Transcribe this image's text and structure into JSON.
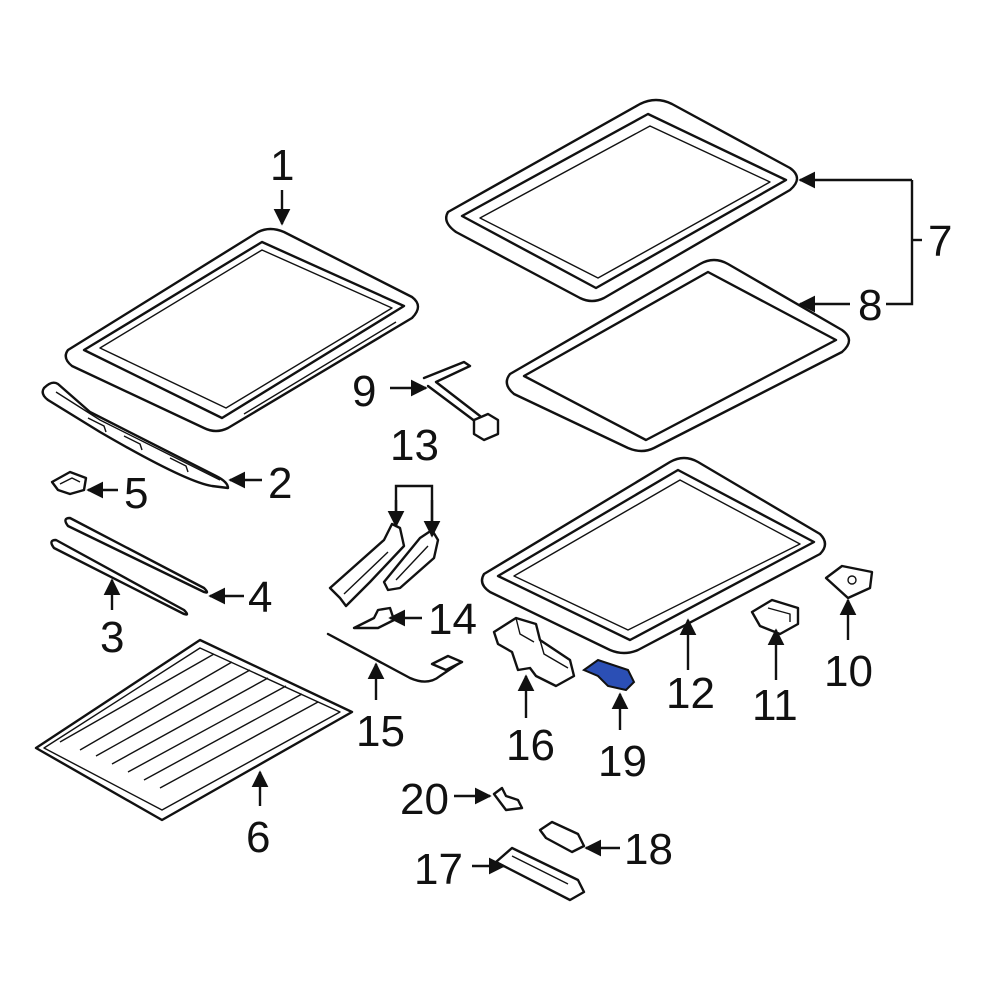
{
  "diagram": {
    "highlight_color": "#2b4fb5",
    "highlighted_part": "19",
    "callouts": {
      "c1": "1",
      "c2": "2",
      "c3": "3",
      "c4": "4",
      "c5": "5",
      "c6": "6",
      "c7": "7",
      "c8": "8",
      "c9": "9",
      "c10": "10",
      "c11": "11",
      "c12": "12",
      "c13": "13",
      "c14": "14",
      "c15": "15",
      "c16": "16",
      "c17": "17",
      "c18": "18",
      "c19": "19",
      "c20": "20"
    }
  }
}
